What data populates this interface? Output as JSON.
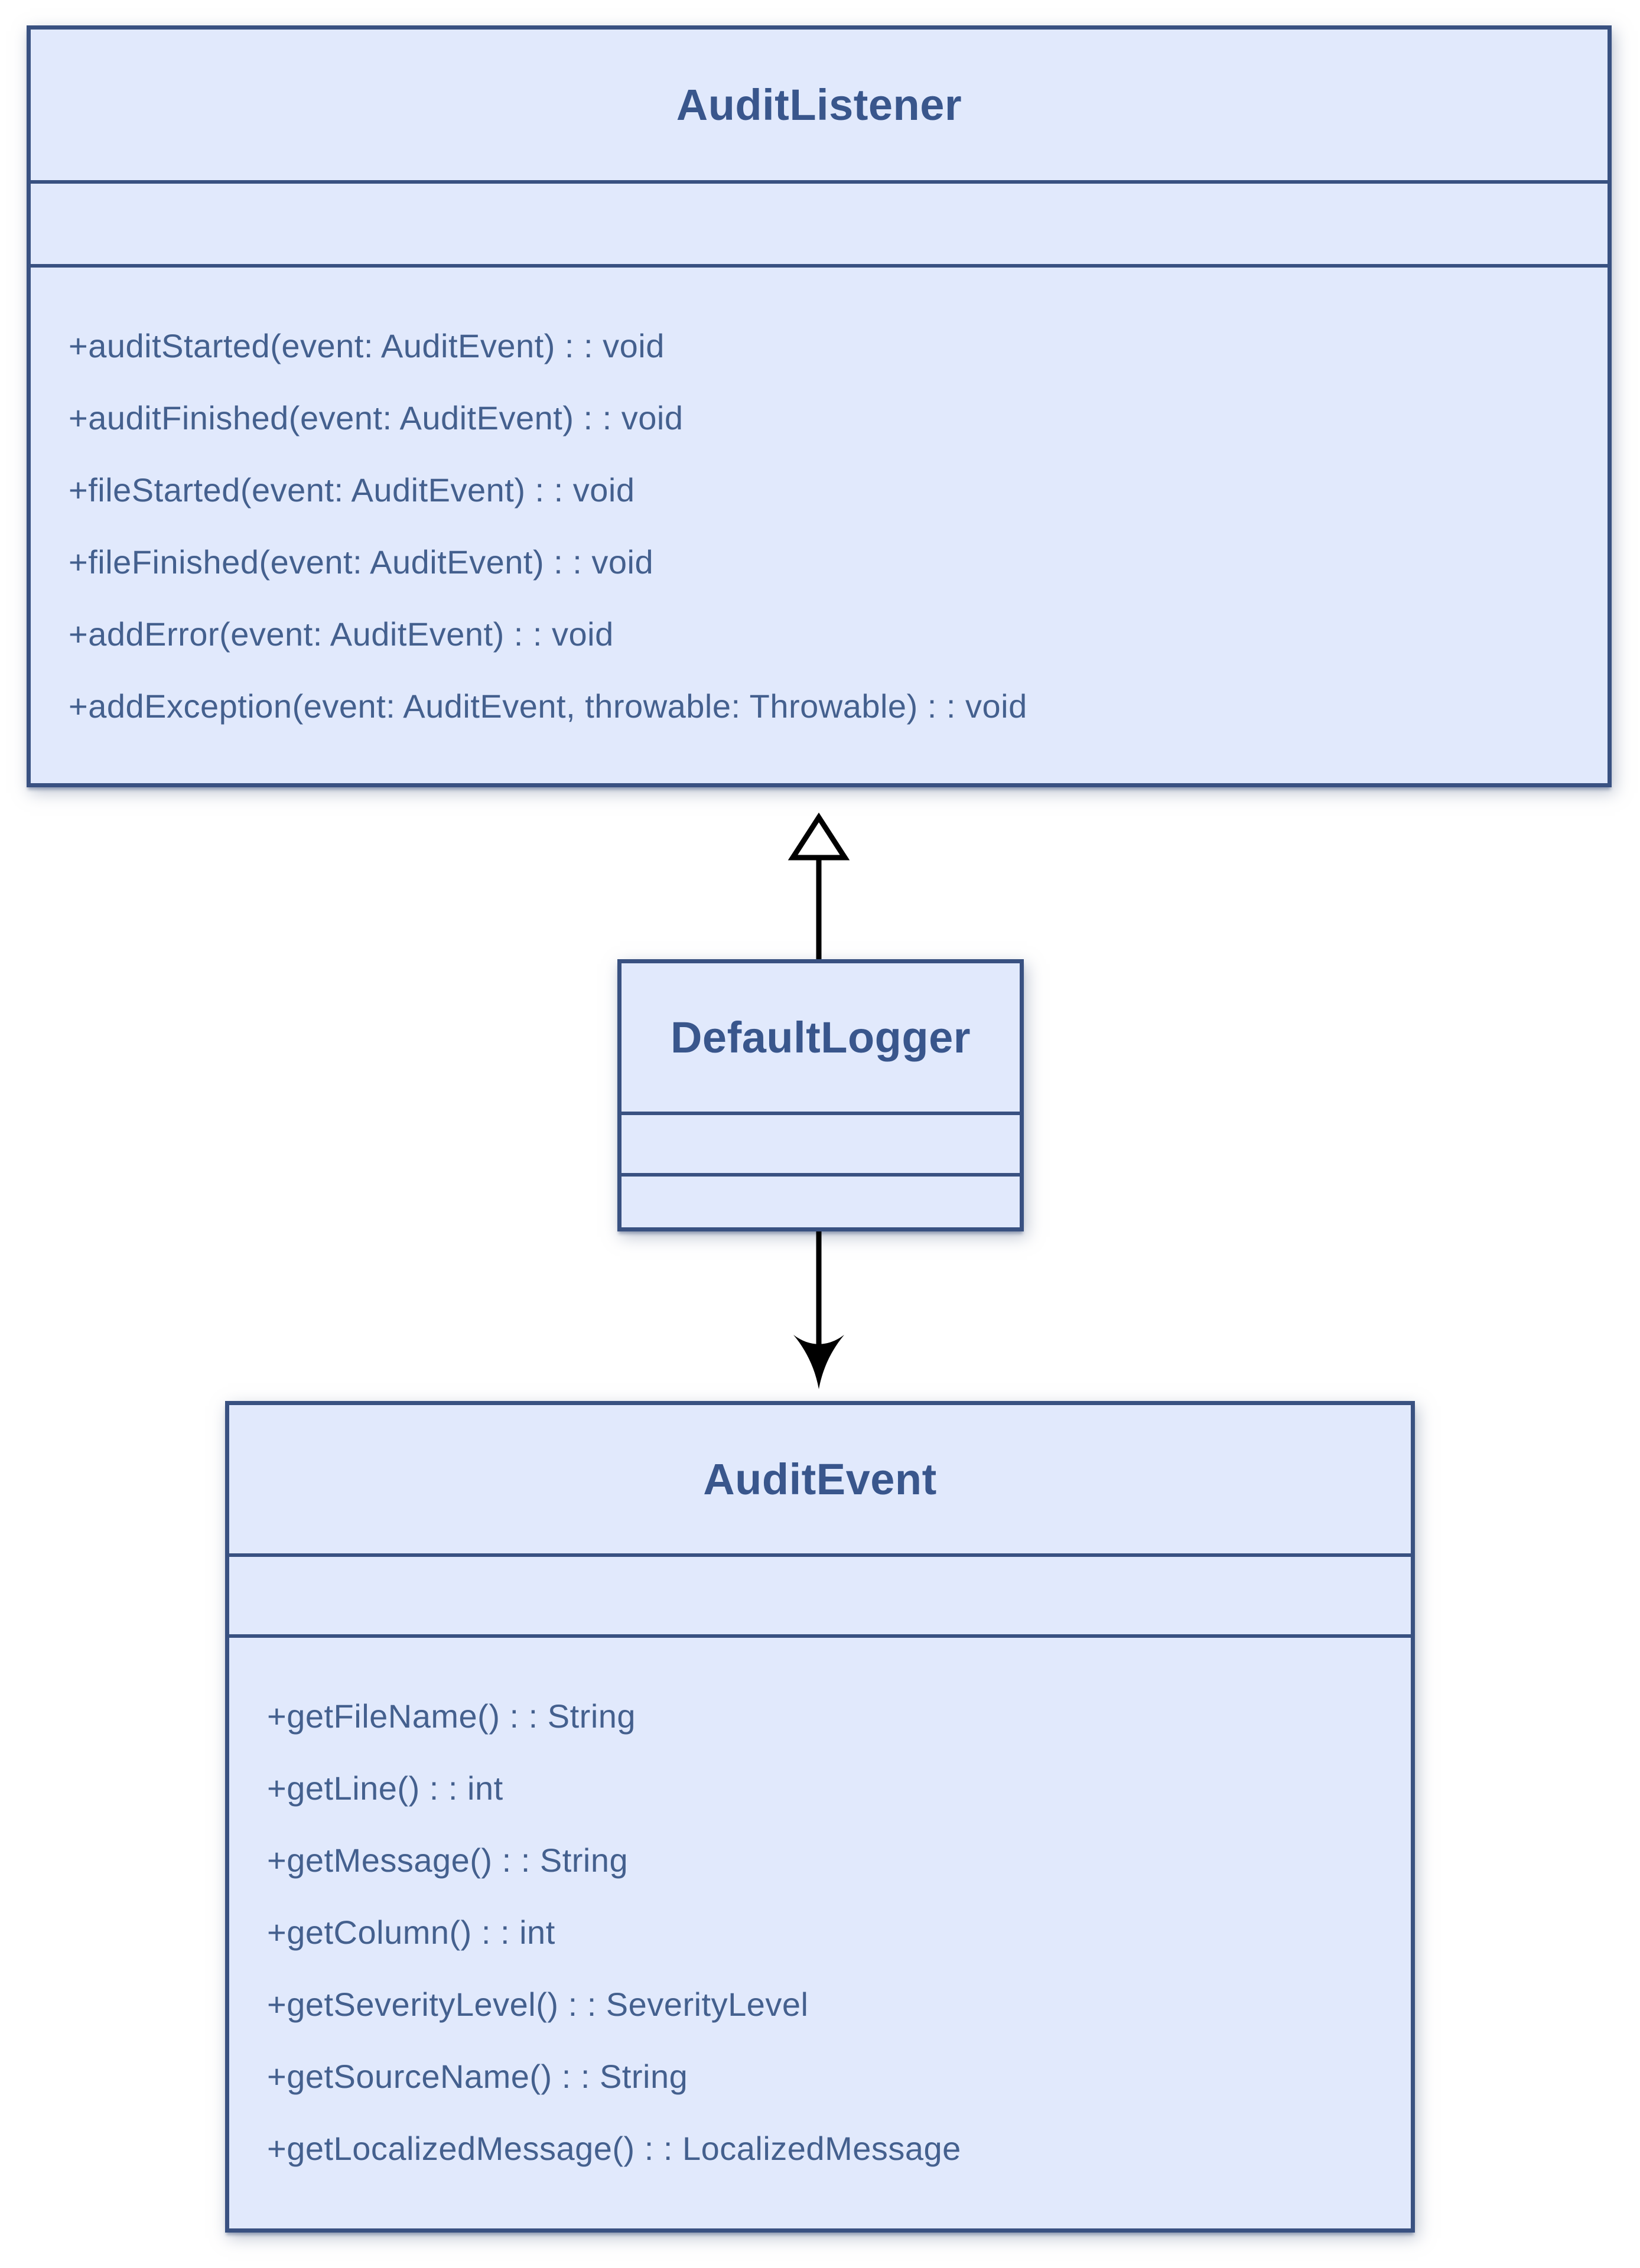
{
  "colors": {
    "background": "#ffffff",
    "box_fill": "#e1e9fc",
    "box_border": "#395181",
    "title_text": "#39568c",
    "method_text": "#44608e",
    "arrow": "#000000"
  },
  "classes": [
    {
      "name": "AuditListener",
      "attributes": [],
      "methods": [
        "+auditStarted(event: AuditEvent) : : void",
        "+auditFinished(event: AuditEvent) : : void",
        "+fileStarted(event: AuditEvent) : : void",
        "+fileFinished(event: AuditEvent) : : void",
        "+addError(event: AuditEvent) : : void",
        "+addException(event: AuditEvent, throwable: Throwable) : : void"
      ]
    },
    {
      "name": "DefaultLogger",
      "attributes": [],
      "methods": []
    },
    {
      "name": "AuditEvent",
      "attributes": [],
      "methods": [
        "+getFileName() : : String",
        "+getLine() : : int",
        "+getMessage() : : String",
        "+getColumn() : : int",
        "+getSeverityLevel() : : SeverityLevel",
        "+getSourceName() : : String",
        "+getLocalizedMessage() : : LocalizedMessage"
      ]
    }
  ],
  "relationships": [
    {
      "from": "DefaultLogger",
      "to": "AuditListener",
      "type": "realization"
    },
    {
      "from": "DefaultLogger",
      "to": "AuditEvent",
      "type": "association"
    }
  ]
}
